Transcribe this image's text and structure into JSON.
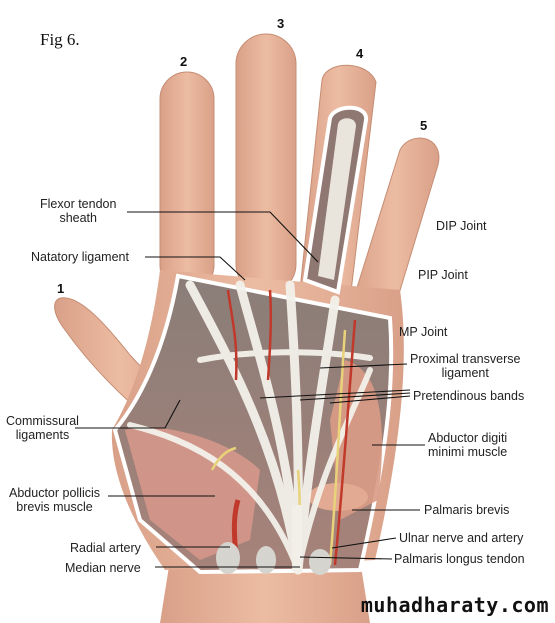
{
  "figure_label": "Fig 6.",
  "finger_numbers": [
    "1",
    "2",
    "3",
    "4",
    "5"
  ],
  "labels": {
    "flexor_tendon_sheath": [
      "Flexor tendon",
      "sheath"
    ],
    "natatory_ligament": "Natatory ligament",
    "commissural_ligaments": [
      "Commissural",
      "ligaments"
    ],
    "abductor_pollicis_brevis": [
      "Abductor pollicis",
      "brevis muscle"
    ],
    "radial_artery": "Radial artery",
    "median_nerve": "Median nerve",
    "dip_joint": "DIP Joint",
    "pip_joint": "PIP Joint",
    "mp_joint": "MP Joint",
    "proximal_transverse_ligament": [
      "Proximal transverse",
      "ligament"
    ],
    "pretendinous_bands": "Pretendinous bands",
    "abductor_digiti_minimi": [
      "Abductor digiti",
      "minimi muscle"
    ],
    "palmaris_brevis": "Palmaris brevis",
    "ulnar_nerve_artery": "Ulnar nerve and artery",
    "palmaris_longus_tendon": "Palmaris longus tendon"
  },
  "watermark": "muhadharaty.com",
  "colors": {
    "skin": "#e8b49a",
    "skin_shadow": "#c98f76",
    "muscle": "#d89a86",
    "tendon": "#f2f0ea",
    "artery": "#c0392b",
    "nerve": "#e8d27a",
    "cavity": "#5c5654",
    "line": "#111111"
  }
}
